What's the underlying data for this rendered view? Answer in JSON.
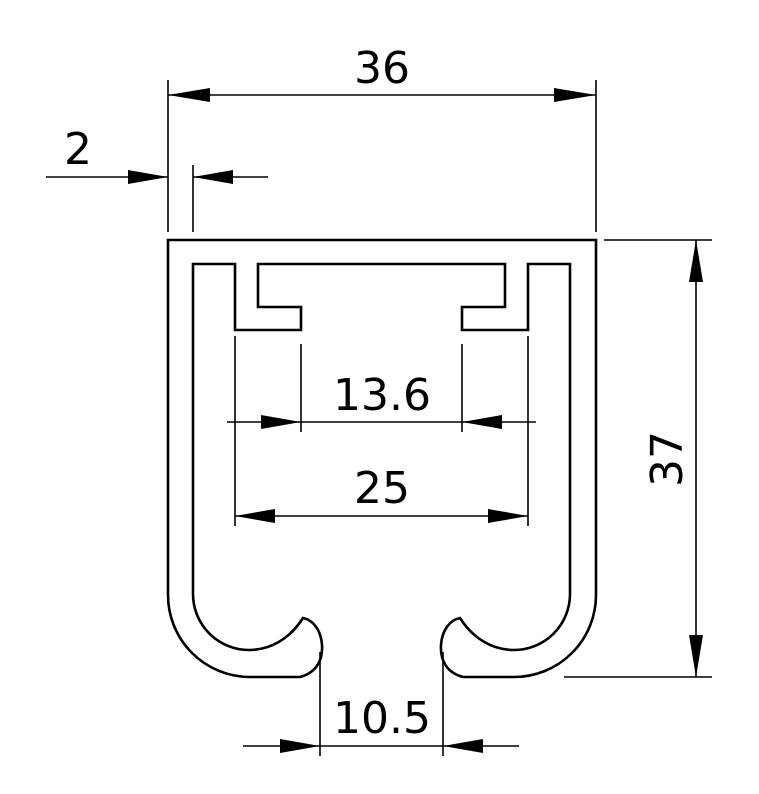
{
  "drawing": {
    "dimensions": {
      "overall_width": "36",
      "wall_thickness": "2",
      "overall_height": "37",
      "slot_opening": "13.6",
      "inner_width": "25",
      "bottom_opening": "10.5"
    },
    "colors": {
      "line": "#000000",
      "background": "#ffffff"
    }
  }
}
